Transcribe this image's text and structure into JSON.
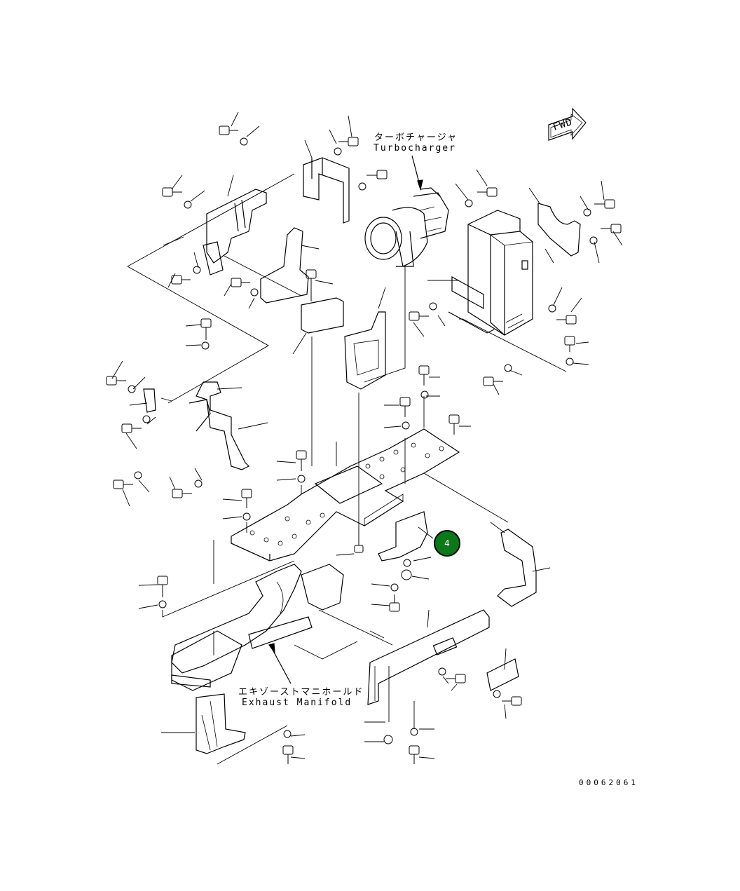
{
  "labels": {
    "turbo_jp": "ターボチャージャ",
    "turbo_en": "Turbocharger",
    "manifold_jp": "エキゾーストマニホールド",
    "manifold_en": "Exhaust Manifold",
    "fwd": "FWD",
    "drawing_no": "00062061"
  },
  "callouts": [
    {
      "number": "4",
      "color": "#0a7a19"
    }
  ]
}
